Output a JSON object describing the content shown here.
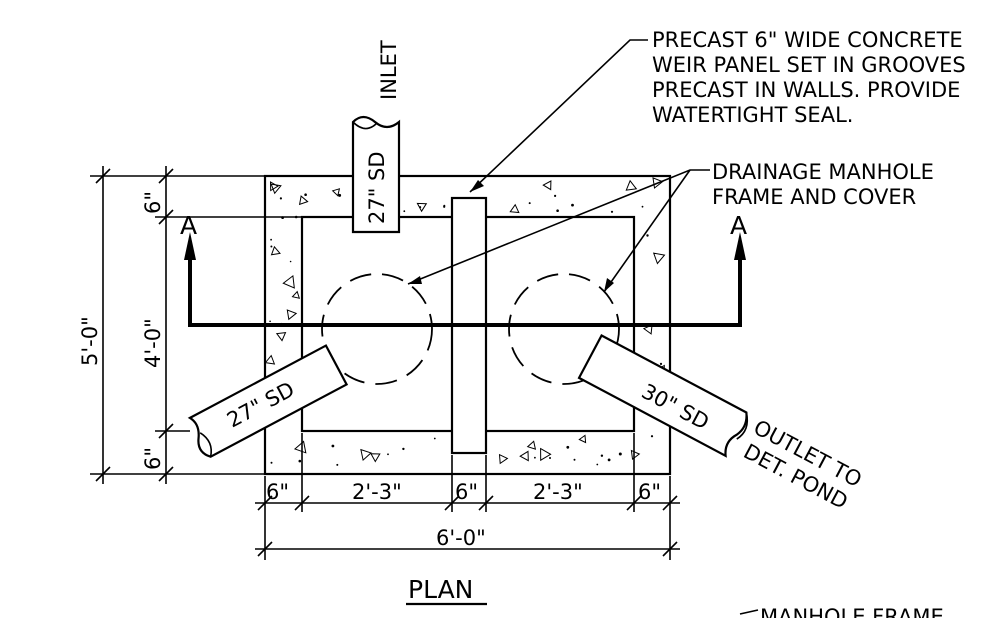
{
  "notes": {
    "weir": [
      "PRECAST 6\" WIDE CONCRETE",
      "WEIR PANEL SET IN GROOVES",
      "PRECAST IN WALLS. PROVIDE",
      "WATERTIGHT SEAL."
    ],
    "manhole": [
      "DRAINAGE MANHOLE",
      "FRAME AND COVER"
    ],
    "outlet": [
      "OUTLET TO",
      "DET. POND"
    ],
    "manhole_frame_cut": "MANHOLE FRAME"
  },
  "pipes": {
    "inlet_label": "INLET",
    "inlet_size": "27\" SD",
    "left_size": "27\" SD",
    "outlet_size": "30\" SD"
  },
  "section_marks": {
    "left": "A",
    "right": "A"
  },
  "dimensions": {
    "horizontal": [
      "6\"",
      "2'-3\"",
      "6\"",
      "2'-3\"",
      "6\""
    ],
    "overall_width": "6'-0\"",
    "overall_height": "5'-0\"",
    "inner_height": "4'-0\"",
    "top_wall": "6\"",
    "bottom_wall": "6\""
  },
  "view_title": "PLAN"
}
